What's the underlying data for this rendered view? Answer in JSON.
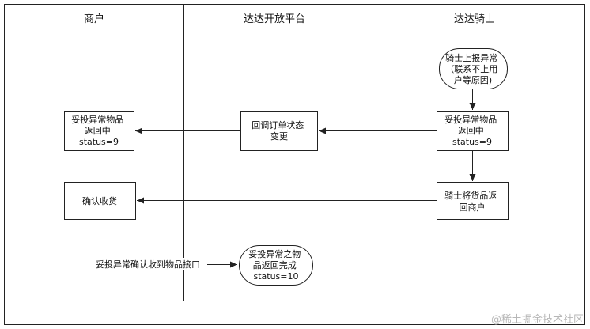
{
  "lanes": [
    "商户",
    "达达开放平台",
    "达达骑士"
  ],
  "nodes": {
    "rider_report": [
      "骑士上报异常",
      "（联系不上用",
      "户等原因)"
    ],
    "merchant_returning": [
      "妥投异常物品",
      "返回中",
      "status=9"
    ],
    "platform_callback": [
      "回调订单状态",
      "变更"
    ],
    "rider_returning": [
      "妥投异常物品",
      "返回中",
      "status=9"
    ],
    "confirm_receipt": [
      "确认收货"
    ],
    "rider_return_goods": [
      "骑士将货品返",
      "回商户"
    ],
    "return_complete": [
      "妥投异常之物",
      "品返回完成",
      "status=10"
    ]
  },
  "edge_label": "妥投异常确认收到物品接口",
  "watermark": "@稀土掘金技术社区",
  "colors": {
    "line": "#222222",
    "text": "#111111",
    "watermark": "#b7b7b7"
  }
}
